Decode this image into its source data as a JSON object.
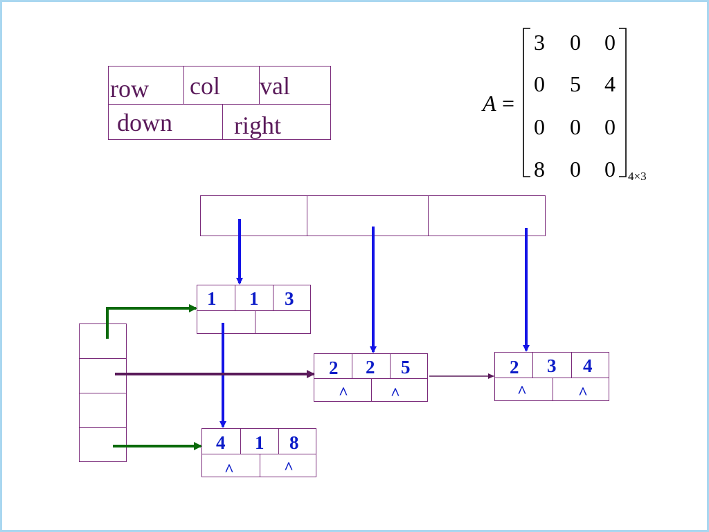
{
  "legend": {
    "row": "row",
    "col": "col",
    "val": "val",
    "down": "down",
    "right": "right"
  },
  "matrix": {
    "name": "A",
    "equals": "=",
    "rows": [
      [
        "3",
        "0",
        "0"
      ],
      [
        "0",
        "5",
        "4"
      ],
      [
        "0",
        "0",
        "0"
      ],
      [
        "8",
        "0",
        "0"
      ]
    ],
    "subscript": "4×3"
  },
  "nodes": {
    "n1": {
      "row": "1",
      "col": "1",
      "val": "3",
      "down": "",
      "right": ""
    },
    "n2": {
      "row": "2",
      "col": "2",
      "val": "5",
      "down": "^",
      "right": "^"
    },
    "n3": {
      "row": "2",
      "col": "3",
      "val": "4",
      "down": "^",
      "right": "^"
    },
    "n4": {
      "row": "4",
      "col": "1",
      "val": "8",
      "down": "^",
      "right": "^"
    }
  },
  "colors": {
    "cell_border": "#7a2a7a",
    "column_pointer": "#1414e6",
    "row_pointer_green": "#0a6a0a",
    "row_pointer_purple": "#5a1a5a",
    "slide_border": "#a9d7f0"
  }
}
